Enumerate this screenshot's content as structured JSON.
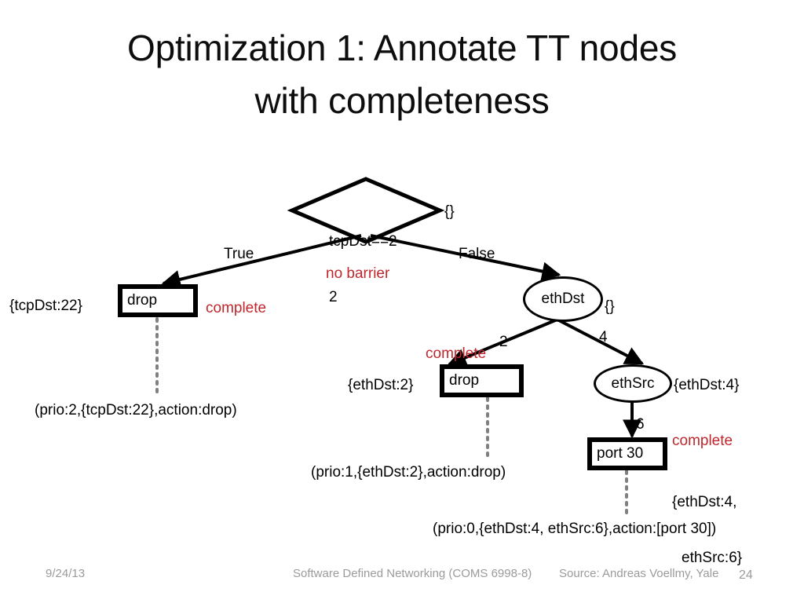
{
  "slide": {
    "title": "Optimization 1: Annotate TT nodes with completeness",
    "title_line1": "Optimization 1: Annotate TT nodes",
    "title_line2": "with completeness",
    "accent_red": "#C0272D"
  },
  "diagram": {
    "root": {
      "label_line1": "tcpDst==2",
      "label_line2": "2",
      "annotation": "{}"
    },
    "edges": {
      "true_label": "True",
      "false_label": "False",
      "no_barrier": "no barrier",
      "ethdst_left": "2",
      "ethdst_right": "4",
      "ethsrc_down": "6"
    },
    "drop_left": {
      "label": "drop",
      "match": "{tcpDst:22}",
      "status": "complete"
    },
    "ethdst": {
      "label": "ethDst",
      "annotation": "{}"
    },
    "drop_mid": {
      "label": "drop",
      "match": "{ethDst:2}",
      "status": "complete"
    },
    "ethsrc": {
      "label": "ethSrc",
      "annotation": "{ethDst:4}"
    },
    "port30": {
      "label": "port 30",
      "status": "complete",
      "match_line1": "{ethDst:4,",
      "match_line2": "ethSrc:6}"
    },
    "rules": [
      "(prio:2,{tcpDst:22},action:drop)",
      "(prio:1,{ethDst:2},action:drop)",
      "(prio:0,{ethDst:4, ethSrc:6},action:[port 30])"
    ]
  },
  "footer": {
    "date": "9/24/13",
    "course": "Software Defined Networking (COMS 6998-8)",
    "source": "Source: Andreas Voellmy, Yale",
    "slide_number": "24"
  }
}
